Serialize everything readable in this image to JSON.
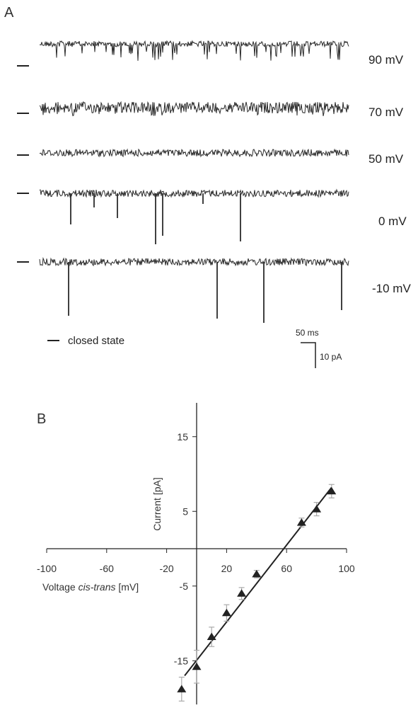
{
  "panel_a": {
    "label": "A",
    "traces": [
      {
        "voltage": "90 mV"
      },
      {
        "voltage": "70 mV"
      },
      {
        "voltage": "50 mV"
      },
      {
        "voltage": "0 mV"
      },
      {
        "voltage": "-10 mV"
      }
    ],
    "legend": "closed state",
    "scale_time": "50 ms",
    "scale_current": "10 pA"
  },
  "chart_data": {
    "type": "scatter",
    "panel_label": "B",
    "xlabel_prefix": "Voltage ",
    "xlabel_italic": "cis-trans",
    "xlabel_suffix": " [mV]",
    "ylabel": "Current [pA]",
    "xlim": [
      -100,
      100
    ],
    "ylim": [
      -21,
      19
    ],
    "xticks": [
      -100,
      -60,
      -20,
      20,
      60,
      100
    ],
    "yticks": [
      -15,
      -5,
      5,
      15
    ],
    "series": [
      {
        "marker": "triangle",
        "x": [
          -10,
          0,
          10,
          20,
          30,
          40,
          70,
          80,
          90
        ],
        "y": [
          -18.8,
          -15.8,
          -11.8,
          -8.6,
          -6.0,
          -3.4,
          3.5,
          5.3,
          7.7
        ],
        "err": [
          1.6,
          2.2,
          1.3,
          1.1,
          0.8,
          0.5,
          0.6,
          0.9,
          0.9
        ]
      }
    ],
    "fit_line": {
      "x": [
        -8,
        90
      ],
      "y": [
        -17.0,
        8.2
      ]
    },
    "grid": false
  }
}
